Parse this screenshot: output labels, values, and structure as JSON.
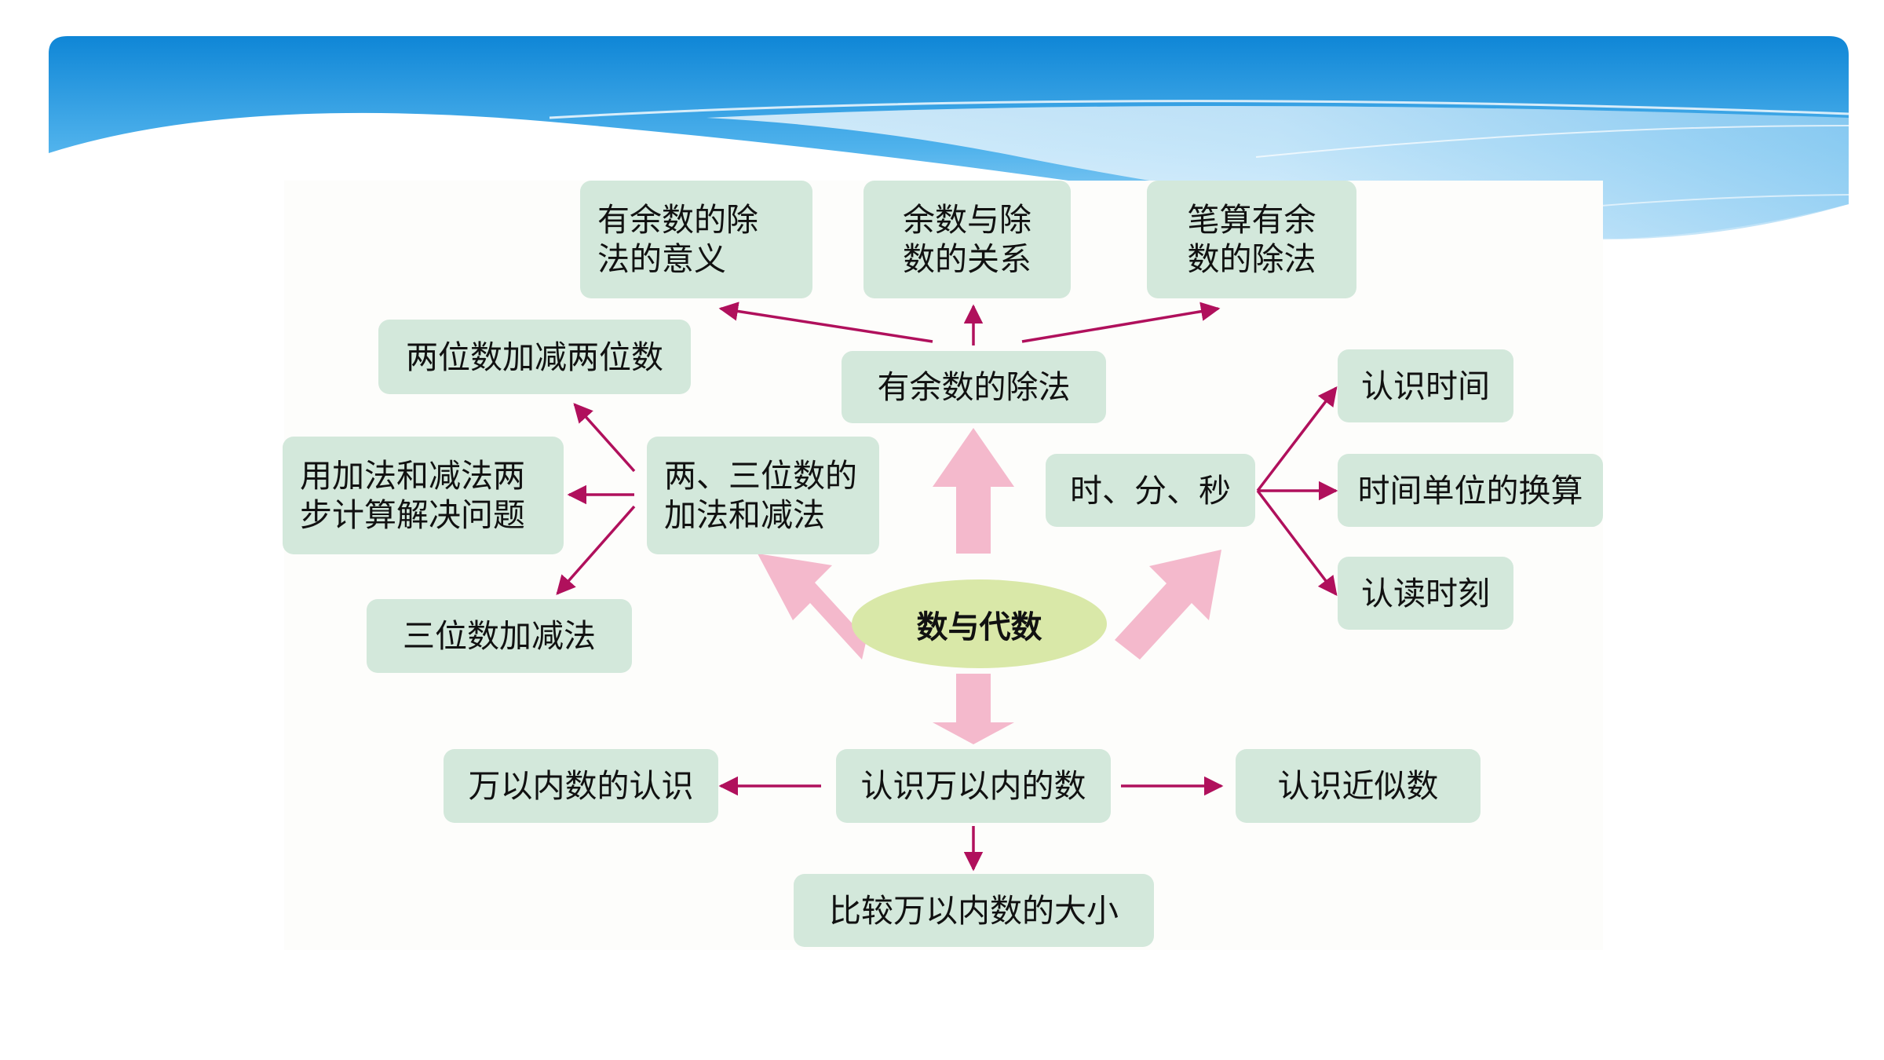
{
  "diagram": {
    "center": "数与代数",
    "branches": {
      "division": {
        "label": "有余数的除法",
        "children": [
          "有余数的除\n法的意义",
          "余数与除\n数的关系",
          "笔算有余\n数的除法"
        ]
      },
      "addsub": {
        "label": "两、三位数的\n加法和减法",
        "children": [
          "两位数加减两位数",
          "用加法和减法两\n步计算解决问题",
          "三位数加减法"
        ]
      },
      "time": {
        "label": "时、分、秒",
        "children": [
          "认识时间",
          "时间单位的换算",
          "认读时刻"
        ]
      },
      "numbers": {
        "label": "认识万以内的数",
        "children": [
          "万以内数的认识",
          "认识近似数",
          "比较万以内数的大小"
        ]
      }
    }
  },
  "colors": {
    "node_fill": "#d3e8db",
    "center_fill": "#d9e8a8",
    "thick_arrow": "#f4b9cc",
    "thin_arrow": "#b0105c",
    "banner_top": "#1a8fd8",
    "banner_light": "#cfeafb"
  }
}
